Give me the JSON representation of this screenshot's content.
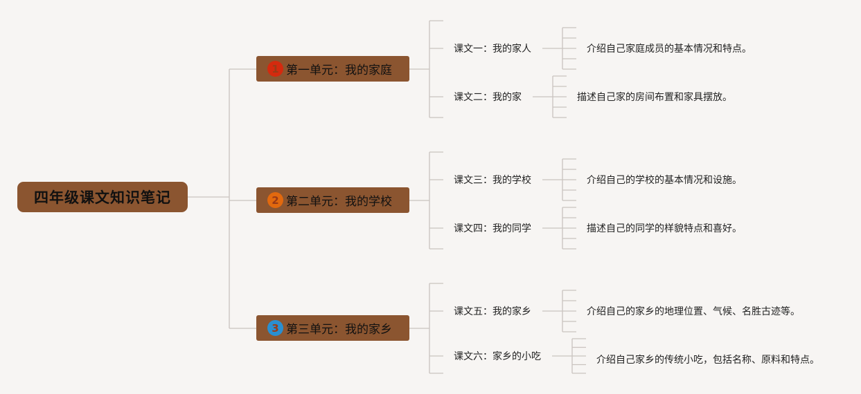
{
  "root": {
    "label": "四年级课文知识笔记"
  },
  "units": [
    {
      "badge": "1",
      "badge_color": "#d42a0e",
      "label": "第一单元：我的家庭",
      "lessons": [
        {
          "title": "课文一：我的家人",
          "desc": "介绍自己家庭成员的基本情况和特点。"
        },
        {
          "title": "课文二：我的家",
          "desc": "描述自己家的房间布置和家具摆放。"
        }
      ]
    },
    {
      "badge": "2",
      "badge_color": "#e2690e",
      "label": "第二单元：我的学校",
      "lessons": [
        {
          "title": "课文三：我的学校",
          "desc": "介绍自己的学校的基本情况和设施。"
        },
        {
          "title": "课文四：我的同学",
          "desc": "描述自己的同学的样貌特点和喜好。"
        }
      ]
    },
    {
      "badge": "3",
      "badge_color": "#2a8fd0",
      "label": "第三单元：我的家乡",
      "lessons": [
        {
          "title": "课文五：我的家乡",
          "desc": "介绍自己的家乡的地理位置、气候、名胜古迹等。"
        },
        {
          "title": "课文六：家乡的小吃",
          "desc": "介绍自己家乡的传统小吃，包括名称、原料和特点。"
        }
      ]
    }
  ],
  "colors": {
    "background": "#f7f5f3",
    "node_fill": "#8b5530",
    "connector": "#c9c3bf"
  }
}
